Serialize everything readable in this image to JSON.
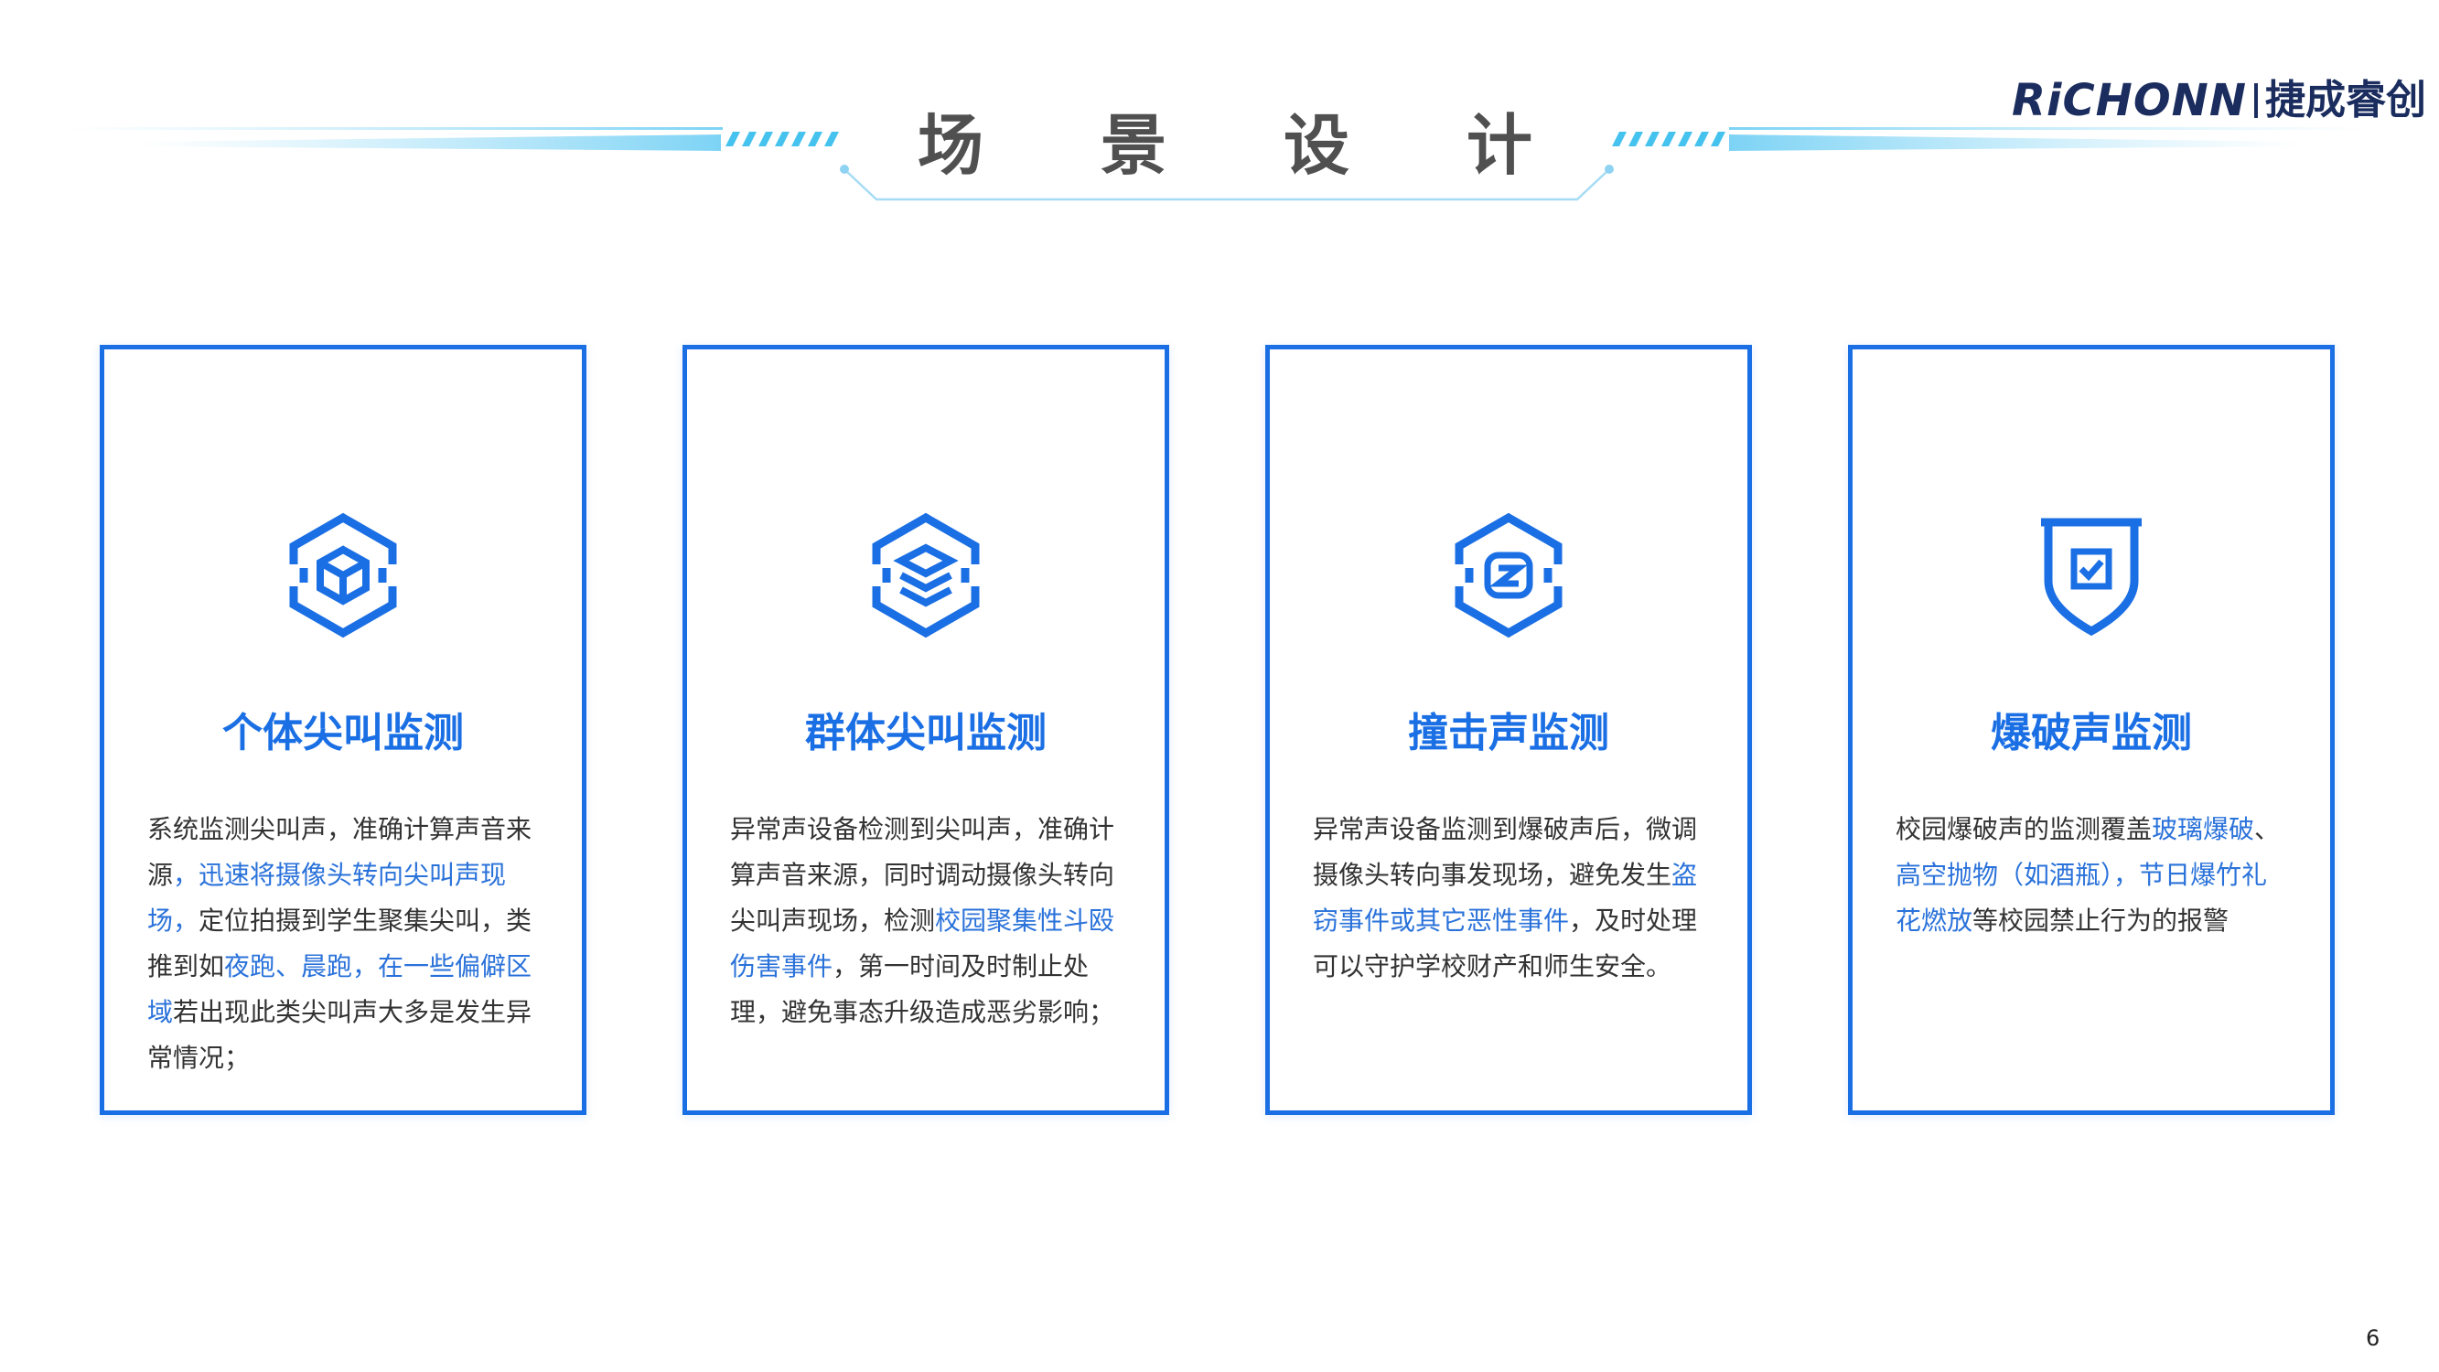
{
  "header": {
    "title": "场景设计"
  },
  "logo": {
    "brand_latin": "RiCHONN",
    "brand_cn": "捷成睿创"
  },
  "cards": [
    {
      "icon": "cube-hexagon-icon",
      "title": "个体尖叫监测",
      "description": [
        {
          "text": "系统监测尖叫声，准确计算声音来源",
          "highlight": false
        },
        {
          "text": "，迅速将摄像头转向尖叫声现场，",
          "highlight": true
        },
        {
          "text": "定位拍摄到学生聚集尖叫，类推到如",
          "highlight": false
        },
        {
          "text": "夜跑、晨跑，在一些偏僻区域",
          "highlight": true
        },
        {
          "text": "若出现此类尖叫声大多是发生异常情况；",
          "highlight": false
        }
      ]
    },
    {
      "icon": "layers-hexagon-icon",
      "title": "群体尖叫监测",
      "description": [
        {
          "text": "异常声设备检测到尖叫声，准确计算声音来源，同时调动摄像头转向尖叫声现场，检测",
          "highlight": false
        },
        {
          "text": "校园聚集性斗殴伤害事件",
          "highlight": true
        },
        {
          "text": "，第一时间及时制止处理，避免事态升级造成恶劣影响；",
          "highlight": false
        }
      ]
    },
    {
      "icon": "impact-hexagon-icon",
      "title": "撞击声监测",
      "description": [
        {
          "text": "异常声设备监测到爆破声后，微调摄像头转向事发现场，避免发生",
          "highlight": false
        },
        {
          "text": "盗窃事件或其它恶性事件",
          "highlight": true
        },
        {
          "text": "，及时处理可以守护学校财产和师生安全。",
          "highlight": false
        }
      ]
    },
    {
      "icon": "shield-check-icon",
      "title": "爆破声监测",
      "description": [
        {
          "text": "校园爆破声的监测覆盖",
          "highlight": false
        },
        {
          "text": "玻璃爆破",
          "highlight": true
        },
        {
          "text": "、",
          "highlight": false
        },
        {
          "text": "高空抛物（如酒瓶），节日爆竹礼花燃放",
          "highlight": true
        },
        {
          "text": "等校园禁止行为的报警",
          "highlight": false
        }
      ]
    }
  ],
  "page_number": "6",
  "colors": {
    "accent": "#1b6fe4",
    "highlight_text": "#2a72da",
    "body_text": "#333333",
    "title_text": "#505050",
    "brand": "#1b2d5e",
    "decoration": "#45c3ee"
  }
}
